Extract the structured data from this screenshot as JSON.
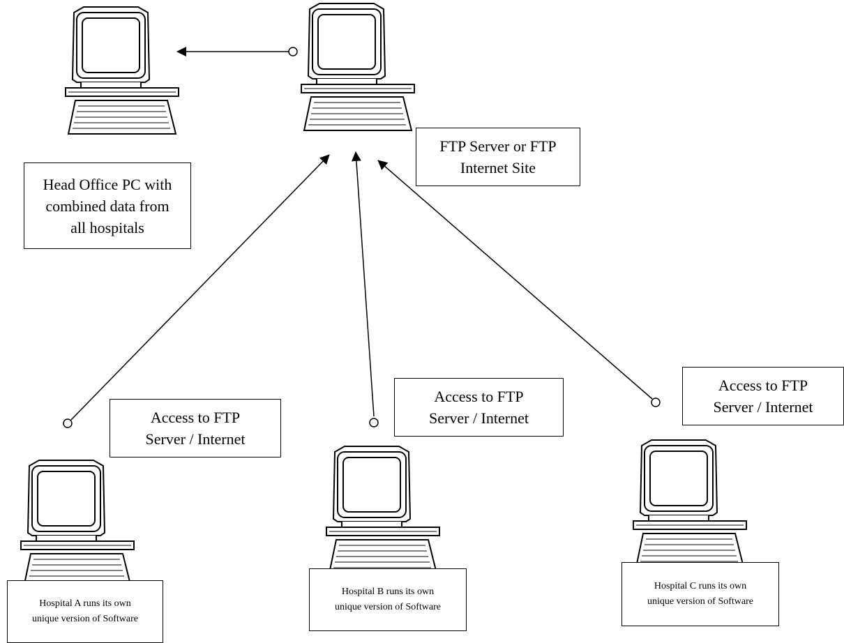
{
  "nodes": {
    "head_office": {
      "label_lines": [
        "Head Office PC with",
        "combined data from",
        "all hospitals"
      ],
      "icon": "computer-icon"
    },
    "ftp_server": {
      "label_lines": [
        "FTP Server or FTP",
        "Internet Site"
      ],
      "icon": "computer-icon"
    },
    "hospital_a": {
      "label_lines": [
        "Hospital A runs its own",
        "unique version of Software"
      ],
      "icon": "computer-icon"
    },
    "hospital_b": {
      "label_lines": [
        "Hospital B runs its own",
        "unique version of Software"
      ],
      "icon": "computer-icon"
    },
    "hospital_c": {
      "label_lines": [
        "Hospital C runs its own",
        "unique version of Software"
      ],
      "icon": "computer-icon"
    }
  },
  "edges": [
    {
      "from": "ftp_server",
      "to": "head_office",
      "label_lines": []
    },
    {
      "from": "hospital_a",
      "to": "ftp_server",
      "label_lines": [
        "Access to FTP",
        "Server / Internet"
      ]
    },
    {
      "from": "hospital_b",
      "to": "ftp_server",
      "label_lines": [
        "Access to FTP",
        "Server / Internet"
      ]
    },
    {
      "from": "hospital_c",
      "to": "ftp_server",
      "label_lines": [
        "Access to FTP",
        "Server / Internet"
      ]
    }
  ]
}
